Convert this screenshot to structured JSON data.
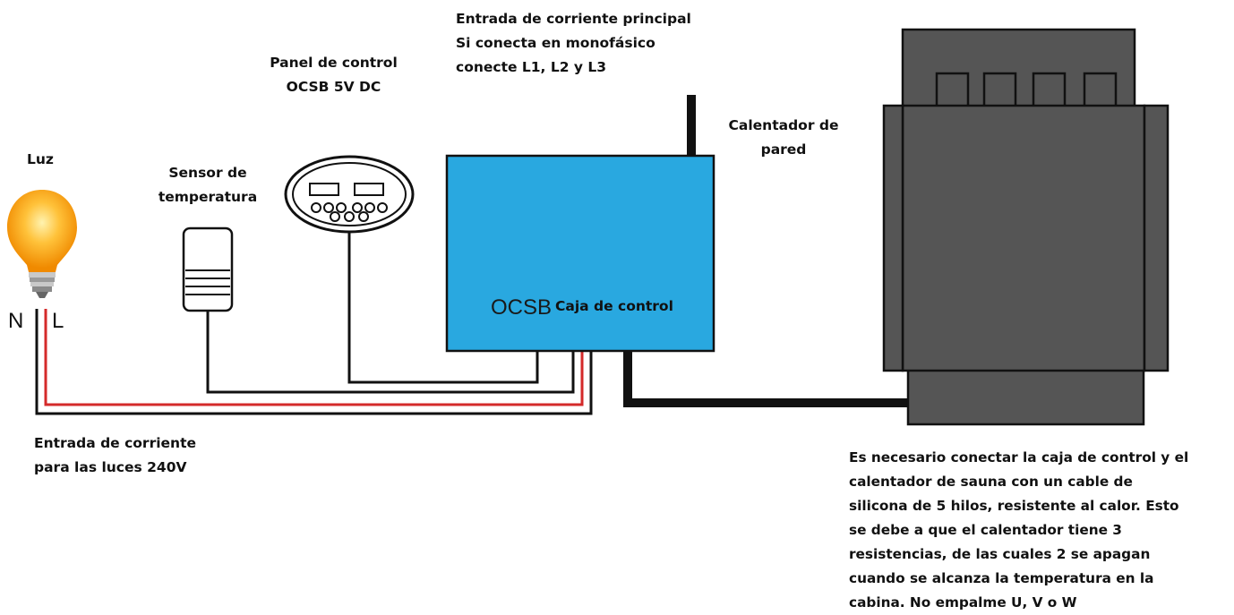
{
  "labels": {
    "luz": "Luz",
    "sensor": [
      "Sensor de",
      "temperatura"
    ],
    "panel": [
      "Panel de control",
      "OCSB 5V DC"
    ],
    "main_power": [
      "Entrada de corriente principal",
      "Si conecta en monofásico",
      "conecte L1, L2 y L3"
    ],
    "wall_heater": [
      "Calentador de",
      "pared"
    ],
    "control_box_brand": "OCSB",
    "control_box_label": "Caja de control",
    "neutral": "N",
    "live": "L",
    "light_power": [
      "Entrada de corriente",
      "para las luces 240V"
    ],
    "note": [
      "Es necesario conectar la caja de control y el",
      "calentador de sauna con un cable de",
      "silicona de 5 hilos, resistente al calor. Esto",
      "se debe a que el calentador tiene 3",
      "resistencias, de las cuales 2 se apagan",
      "cuando se alcanza la temperatura en la",
      "cabina. No empalme U, V o W"
    ]
  },
  "colors": {
    "control_box": "#29a8e0",
    "heater_body": "#555555",
    "wire_black": "#111111",
    "wire_red": "#d42a2a",
    "bulb": "#ffb21e"
  }
}
